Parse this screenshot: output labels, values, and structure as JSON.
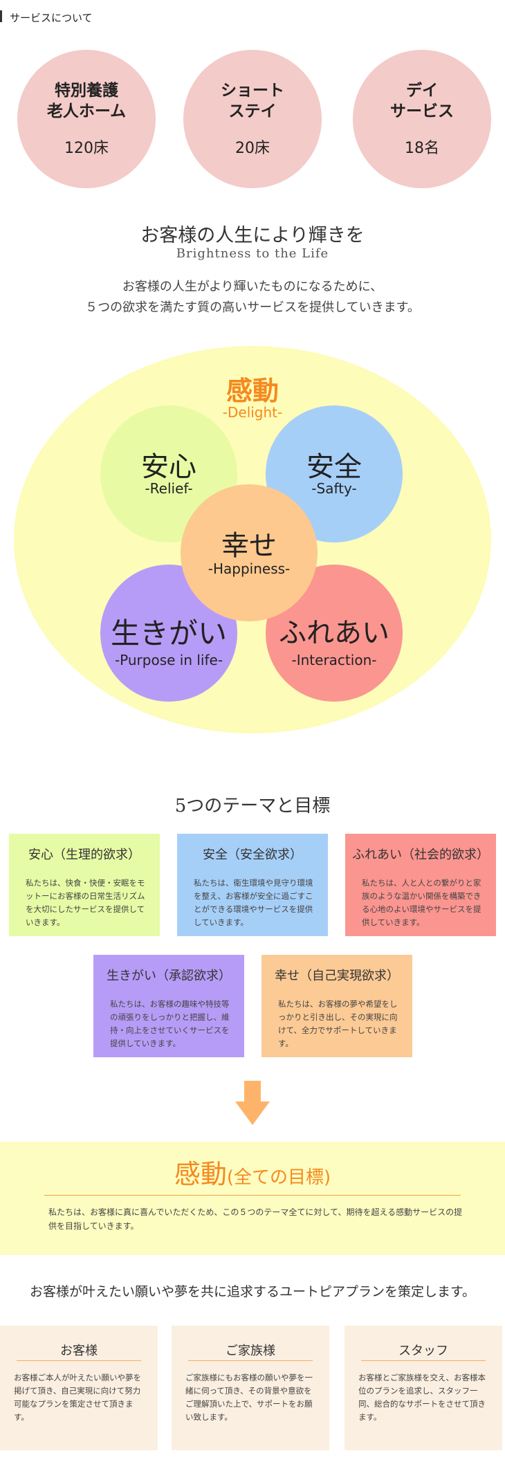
{
  "header": {
    "label": "サービスについて"
  },
  "stats": [
    {
      "name_line1": "特別養護",
      "name_line2": "老人ホーム",
      "value": "120床"
    },
    {
      "name_line1": "ショート",
      "name_line2": "ステイ",
      "value": "20床"
    },
    {
      "name_line1": "デイ",
      "name_line2": "サービス",
      "value": "18名"
    }
  ],
  "heading": {
    "jp": "お客様の人生により輝きを",
    "en": "Brightness to the Life"
  },
  "intro": {
    "line1": "お客様の人生がより輝いたものになるために、",
    "line2": "５つの欲求を満たす質の高いサービスを提供していきます。"
  },
  "diagram": {
    "delight": {
      "jp": "感動",
      "en": "-Delight-"
    },
    "relief": {
      "jp": "安心",
      "en": "-Relief-"
    },
    "safty": {
      "jp": "安全",
      "en": "-Safty-"
    },
    "happiness": {
      "jp": "幸せ",
      "en": "-Happiness-"
    },
    "purpose": {
      "jp": "生きがい",
      "en": "-Purpose in life-"
    },
    "interaction": {
      "jp": "ふれあい",
      "en": "-Interaction-"
    }
  },
  "themes": {
    "title": "5つのテーマと目標",
    "cards": [
      {
        "title": "安心（生理的欲求）",
        "body": "私たちは、快食・快便・安眠をモットーにお客様の日常生活リズムを大切にしたサービスを提供していきます。"
      },
      {
        "title": "安全（安全欲求）",
        "body": "私たちは、衛生環境や見守り環境を整え、お客様が安全に過ごすことができる環境やサービスを提供していきます。"
      },
      {
        "title": "ふれあい（社会的欲求）",
        "body": "私たちは、人と人との繋がりと家族のような温かい関係を構築できる心地のよい環境やサービスを提供していきます。"
      },
      {
        "title": "生きがい（承認欲求）",
        "body": "私たちは、お客様の趣味や特技等の頑張りをしっかりと把握し、維持・向上をさせていくサービスを提供していきます。"
      },
      {
        "title": "幸せ（自己実現欲求）",
        "body": "私たちは、お客様の夢や希望をしっかりと引き出し、その実現に向けて、全力でサポートしていきます。"
      }
    ]
  },
  "goal": {
    "title_big": "感動",
    "title_small": "(全ての目標)",
    "body": "私たちは、お客様に真に喜んでいただくため、この５つのテーマ全てに対して、期待を超える感動サービスの提供を目指していきます。"
  },
  "plan": {
    "title": "お客様が叶えたい願いや夢を共に追求するユートピアプランを策定します。",
    "cards": [
      {
        "title": "お客様",
        "body": "お客様ご本人が叶えたい願いや夢を掲げて頂き、自己実現に向けて努力可能なプランを策定させて頂きます。"
      },
      {
        "title": "ご家族様",
        "body": "ご家族様にもお客様の願いや夢を一緒に伺って頂き、その背景や意欲をご理解頂いた上で、サポートをお願い致します。"
      },
      {
        "title": "スタッフ",
        "body": "お客様とご家族様を交え、お客様本位のプランを追求し、スタッフ一同、総合的なサポートをさせて頂きます。"
      }
    ]
  },
  "colors": {
    "relief": "#e8fba4",
    "safty": "#a6cff8",
    "happiness": "#fdc98e",
    "purpose": "#b79cf7",
    "interaction": "#fb9590",
    "theme_relief": "#e6fba5",
    "theme_safty": "#a6cff8",
    "theme_interaction": "#fb9590",
    "theme_purpose": "#b79cf7",
    "theme_happiness": "#fcca95"
  }
}
